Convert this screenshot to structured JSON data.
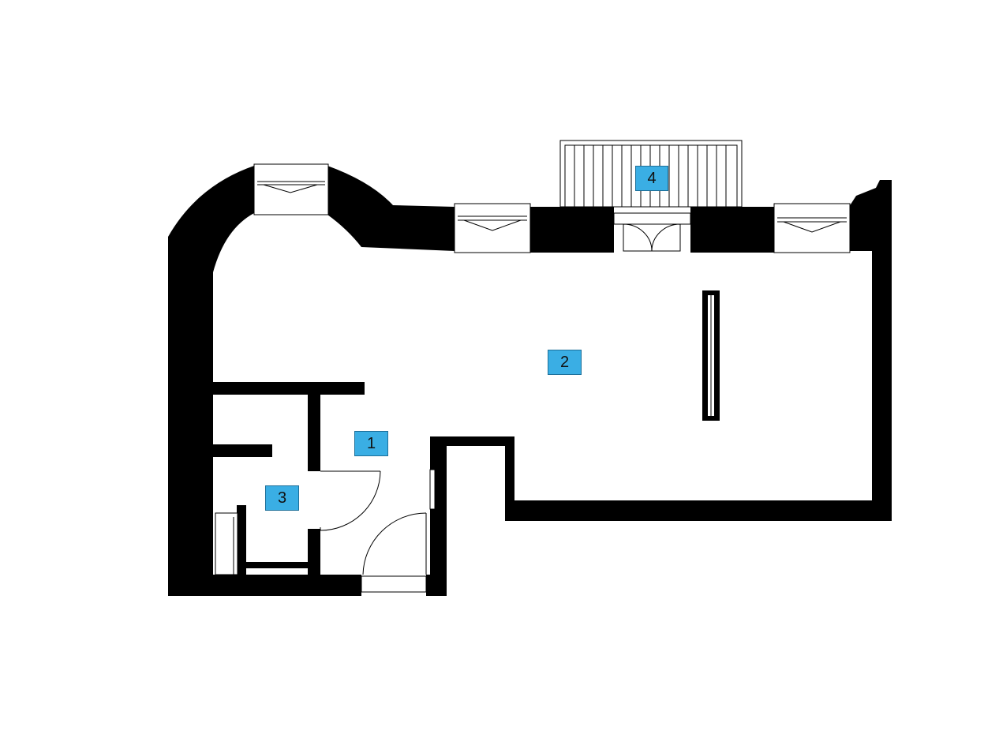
{
  "floorplan": {
    "colors": {
      "wall": "#000000",
      "background": "#ffffff",
      "label_fill": "#3aaee4",
      "label_border": "#1d6f99",
      "label_text": "#111111"
    },
    "rooms": [
      {
        "id": "1",
        "label": "1"
      },
      {
        "id": "2",
        "label": "2"
      },
      {
        "id": "3",
        "label": "3"
      },
      {
        "id": "4",
        "label": "4"
      }
    ]
  }
}
